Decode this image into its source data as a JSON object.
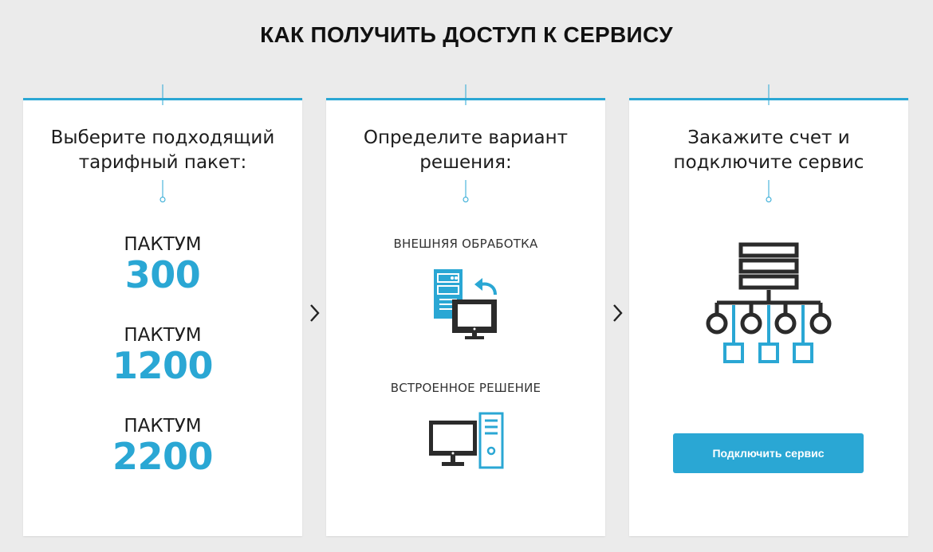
{
  "page": {
    "title": "КАК ПОЛУЧИТЬ ДОСТУП К СЕРВИСУ"
  },
  "colors": {
    "accent": "#2aa7d4",
    "dark": "#2b2b2b",
    "background": "#ebebeb"
  },
  "steps": [
    {
      "title_line1": "Выберите подходящий",
      "title_line2": "тарифный пакет:",
      "plans": [
        {
          "name": "ПАКТУМ",
          "number": "300"
        },
        {
          "name": "ПАКТУМ",
          "number": "1200"
        },
        {
          "name": "ПАКТУМ",
          "number": "2200"
        }
      ]
    },
    {
      "title_line1": "Определите вариант",
      "title_line2": "решения:",
      "options": [
        {
          "label": "ВНЕШНЯЯ ОБРАБОТКА",
          "icon": "external-processing-icon"
        },
        {
          "label": "ВСТРОЕННОЕ РЕШЕНИЕ",
          "icon": "embedded-solution-icon"
        }
      ]
    },
    {
      "title_line1": "Закажите счет и",
      "title_line2": "подключите сервис",
      "icon": "server-network-icon",
      "button_label": "Подключить сервис"
    }
  ],
  "arrows": [
    "chevron-right-icon",
    "chevron-right-icon"
  ]
}
